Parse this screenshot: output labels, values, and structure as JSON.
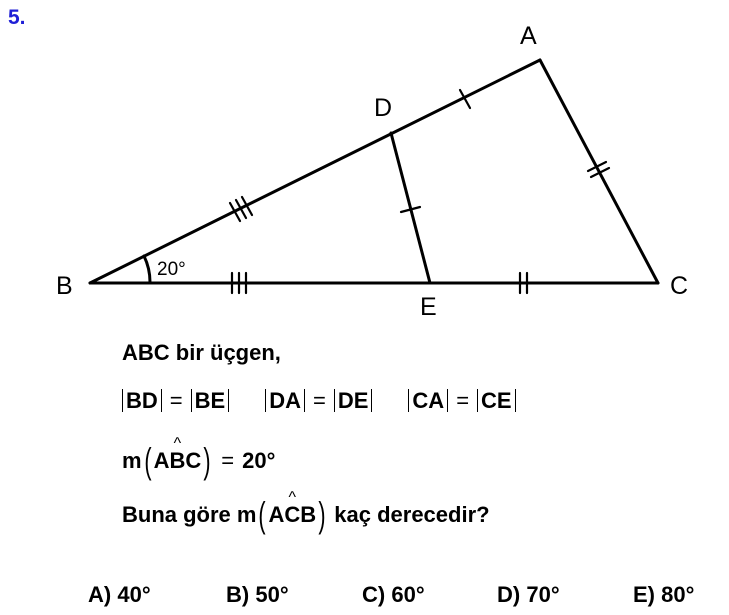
{
  "question_number": "5.",
  "figure": {
    "vertices": {
      "A": "A",
      "B": "B",
      "C": "C",
      "D": "D",
      "E": "E"
    },
    "angle_label": "20°"
  },
  "statement": {
    "line1": "ABC bir üçgen,",
    "eq_bd": "BD",
    "eq_be": "BE",
    "eq_da": "DA",
    "eq_de": "DE",
    "eq_ca": "CA",
    "eq_ce": "CE",
    "equals": "=",
    "m": "m",
    "angle_given": {
      "left": "A",
      "vertex": "B",
      "right": "C"
    },
    "angle_value": "20°",
    "ask_prefix": "Buna göre m",
    "angle_asked": {
      "left": "A",
      "vertex": "C",
      "right": "B"
    },
    "ask_suffix": "kaç derecedir?"
  },
  "options": [
    {
      "letter": "A)",
      "value": "40°"
    },
    {
      "letter": "B)",
      "value": "50°"
    },
    {
      "letter": "C)",
      "value": "60°"
    },
    {
      "letter": "D)",
      "value": "70°"
    },
    {
      "letter": "E)",
      "value": "80°"
    }
  ]
}
